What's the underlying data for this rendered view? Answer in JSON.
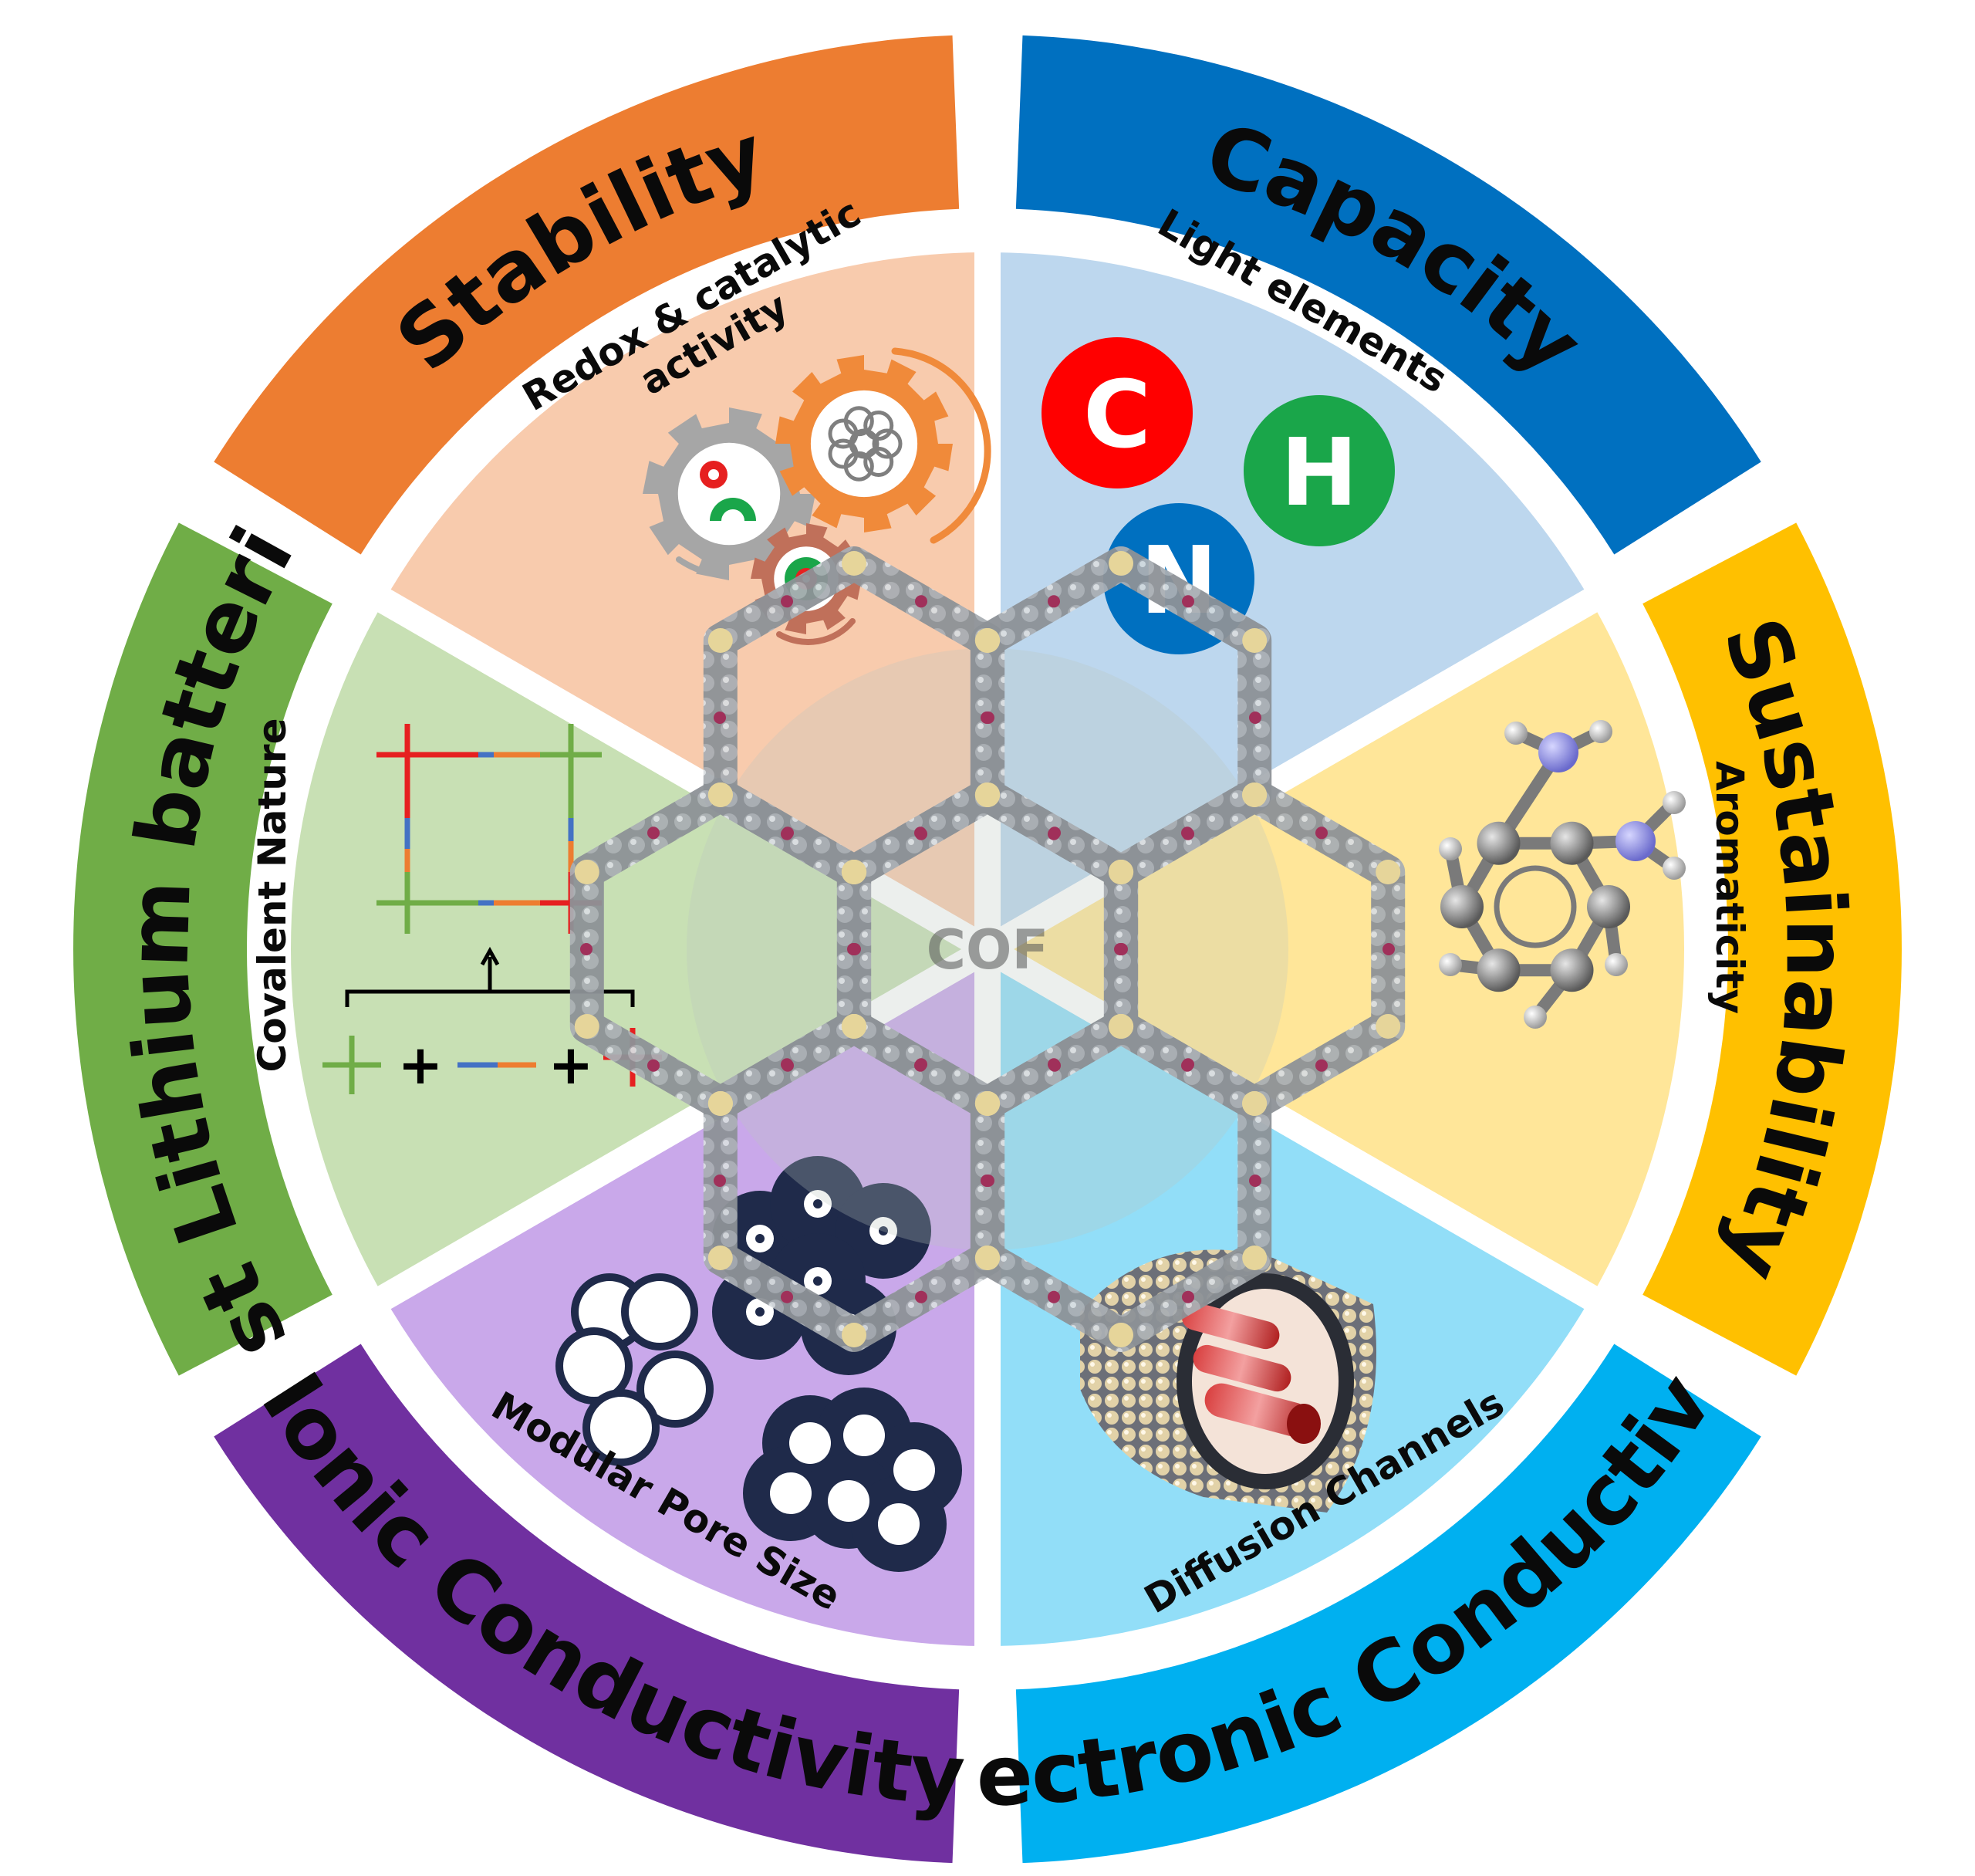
{
  "outer_bands": [
    {
      "label": "Capacity",
      "color": "#0070c0"
    },
    {
      "label": "Sustainability",
      "color": "#ffc000"
    },
    {
      "label": "Electronic Conductivity",
      "color": "#00b0f0"
    },
    {
      "label": "Ionic Conductivity",
      "color": "#7030a0"
    },
    {
      "label": "Post Lithium batteries",
      "color": "#70ad47"
    },
    {
      "label": "Stability",
      "color": "#ed7d31"
    }
  ],
  "sectors": [
    {
      "label_lines": [
        "Redox & catalytic",
        "activity"
      ],
      "color": "#bdd7ee",
      "icon": "gears-icon"
    },
    {
      "label_lines": [
        "Light elements"
      ],
      "color": "#ffe699",
      "icon": "element-circles"
    },
    {
      "label_lines": [
        "Aromaticity"
      ],
      "color": "#92def8",
      "icon": "benzene-molecule-icon"
    },
    {
      "label_lines": [
        "Diffusion Channels"
      ],
      "color": "#c9a8ea",
      "icon": "nanotube-icon"
    },
    {
      "label_lines": [
        "Modular Pore Size"
      ],
      "color": "#c8e0b4",
      "icon": "pore-circles-icon"
    },
    {
      "label_lines": [
        "Covalent Nature"
      ],
      "color": "#f8cbad",
      "icon": "covalent-square-icon"
    }
  ],
  "elements": [
    {
      "symbol": "C",
      "color": "#ff0000"
    },
    {
      "symbol": "H",
      "color": "#1aa64a"
    },
    {
      "symbol": "N",
      "color": "#0070c0"
    }
  ],
  "center": {
    "label": "COF",
    "icon": "cof-framework-icon"
  },
  "connector_symbols": [
    "+",
    "+"
  ]
}
